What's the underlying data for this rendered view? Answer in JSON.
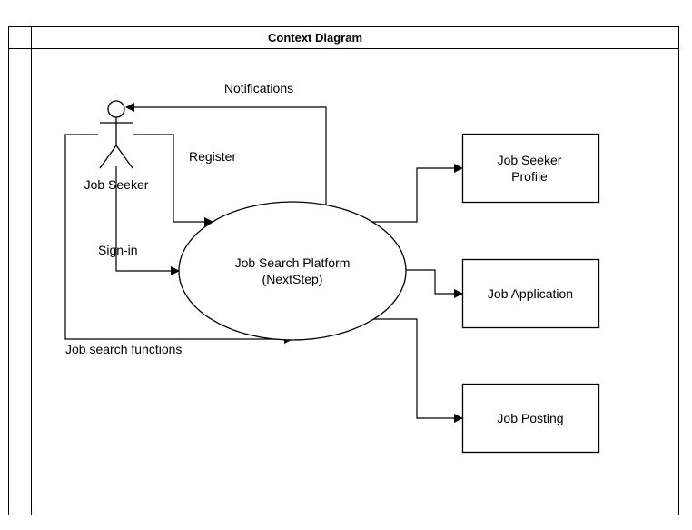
{
  "diagram": {
    "title": "Context Diagram",
    "actor": {
      "label": "Job Seeker",
      "icon": "person-icon"
    },
    "system": {
      "line1": "Job Search Platform",
      "line2": "(NextStep)"
    },
    "entities": {
      "profile": {
        "line1": "Job Seeker",
        "line2": "Profile"
      },
      "application": {
        "label": "Job Application"
      },
      "posting": {
        "label": "Job Posting"
      }
    },
    "flows": {
      "notifications": "Notifications",
      "register": "Register",
      "signin": "Sign-in",
      "search": "Job search functions"
    },
    "colors": {
      "stroke": "#000000",
      "fill": "#ffffff"
    }
  }
}
